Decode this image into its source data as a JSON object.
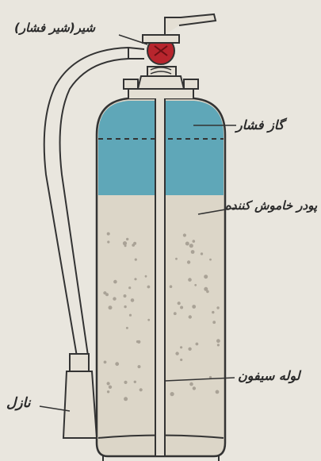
{
  "labels": {
    "valve": "شیر(شیر فشار)",
    "gas": "گاز فشار",
    "powder": "پودر خاموش کننده",
    "siphon": "لوله سیفون",
    "nozzle": "نازل"
  },
  "colors": {
    "gas": "#5fa7b8",
    "powder": "#dcd6c8",
    "valve": "#b8252d",
    "line": "#333333",
    "background": "#e9e6de"
  }
}
